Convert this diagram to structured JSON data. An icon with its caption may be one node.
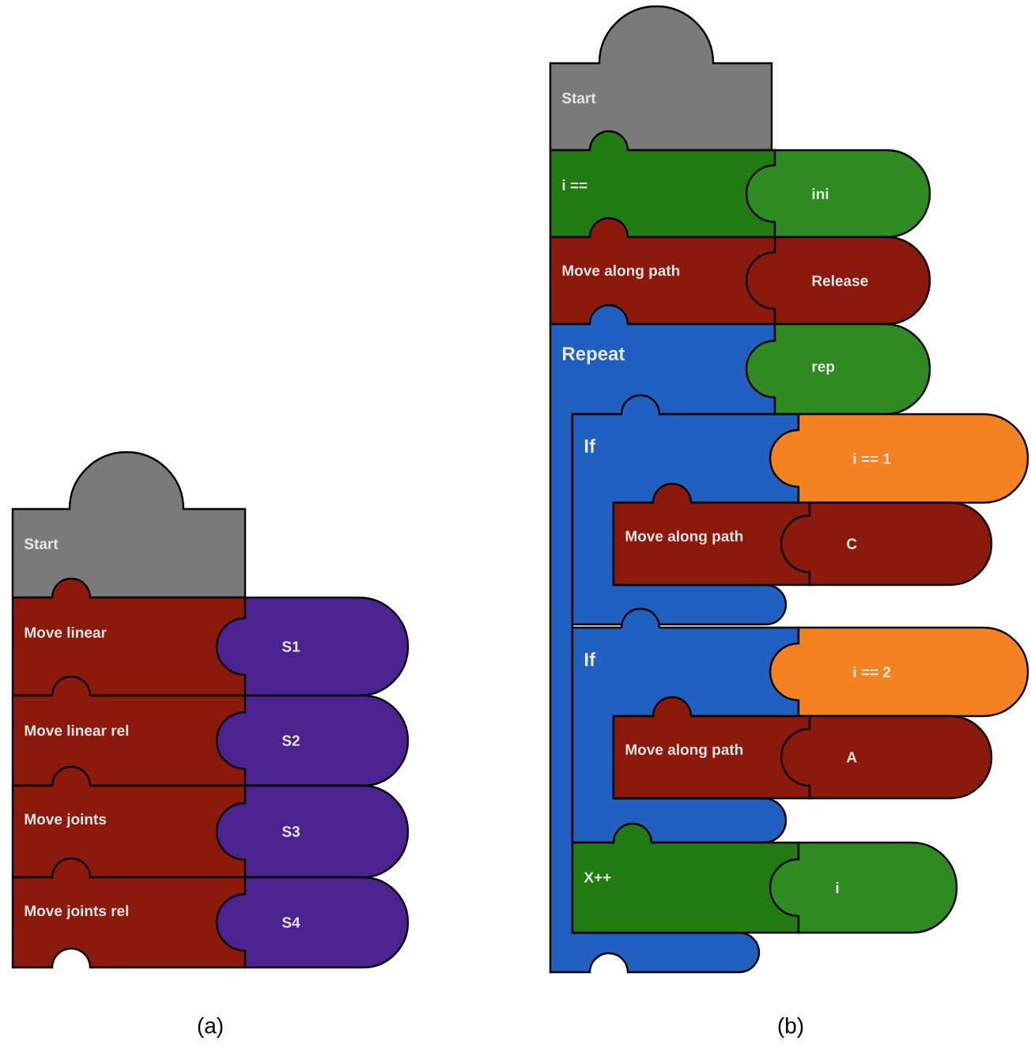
{
  "diagram": {
    "nodes": [
      {
        "text": [
          "Start"
        ]
      },
      {
        "text": [
          "Move linear"
        ]
      },
      {
        "text": [
          "S1"
        ]
      },
      {
        "text": [
          "Move linear rel"
        ]
      },
      {
        "text": [
          "S2"
        ]
      },
      {
        "text": [
          "Move joints"
        ]
      },
      {
        "text": [
          "S3"
        ]
      },
      {
        "text": [
          "Move joints rel"
        ]
      },
      {
        "text": [
          "S4"
        ]
      },
      {
        "text": [
          "Start"
        ]
      },
      {
        "text": [
          "i =="
        ]
      },
      {
        "text": [
          "ini"
        ]
      },
      {
        "text": [
          "Move along path"
        ]
      },
      {
        "text": [
          "Release"
        ]
      },
      {
        "text": [
          "Repeat"
        ]
      },
      {
        "text": [
          "rep"
        ]
      },
      {
        "text": [
          "If"
        ],
        "in": 14
      },
      {
        "text": [
          "i == 1"
        ]
      },
      {
        "text": [
          "Move along path"
        ],
        "in": 16
      },
      {
        "text": [
          "C"
        ]
      },
      {
        "text": [
          "If"
        ],
        "in": 14
      },
      {
        "text": [
          "i == 2"
        ]
      },
      {
        "text": [
          "Move along path"
        ],
        "in": 20
      },
      {
        "text": [
          "A"
        ]
      },
      {
        "text": [
          "X++"
        ],
        "in": 14
      },
      {
        "text": [
          "i"
        ]
      }
    ],
    "labels": [
      "(a)",
      "(b)"
    ]
  }
}
